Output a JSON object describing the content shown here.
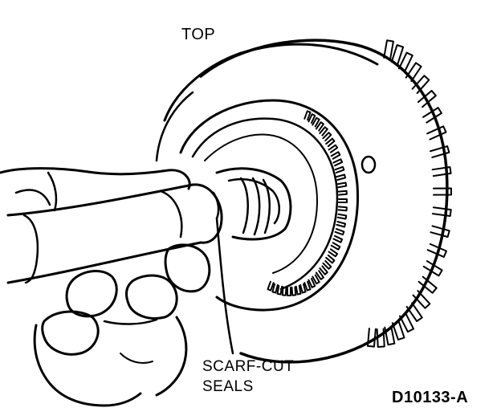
{
  "labels": {
    "top": "TOP",
    "seals_line1": "SCARF-CUT",
    "seals_line2": "SEALS",
    "figure_id": "D10133-A"
  },
  "colors": {
    "ink": "#000000",
    "paper": "#ffffff"
  }
}
